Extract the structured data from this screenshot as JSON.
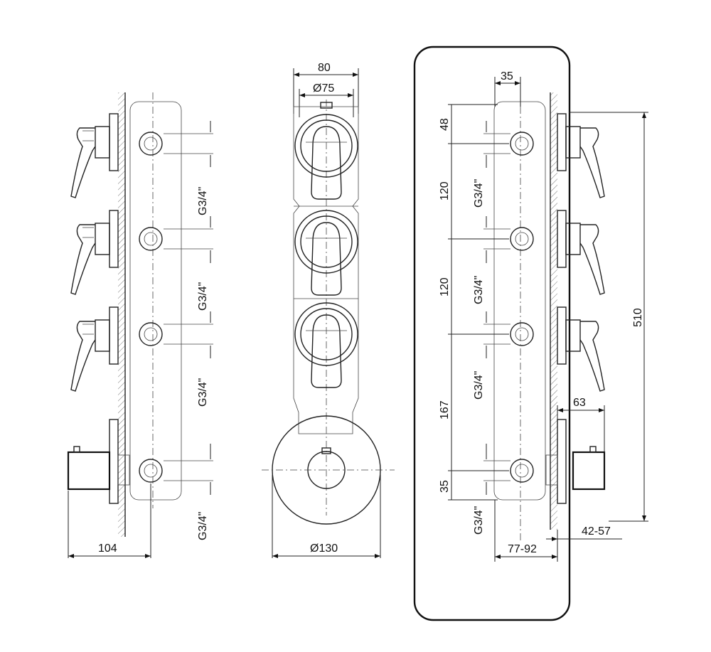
{
  "colors": {
    "stroke": "#111111",
    "background": "#ffffff"
  },
  "left_view": {
    "thread_labels": [
      "G3/4\"",
      "G3/4\"",
      "G3/4\"",
      "G3/4\""
    ],
    "width_label": "104"
  },
  "middle_view": {
    "width_label": "80",
    "cap_diameter_label": "Ø75",
    "rosette_diameter_label": "Ø130"
  },
  "right_view": {
    "top_offset_label": "35",
    "vertical_labels": [
      "48",
      "120",
      "120",
      "167",
      "35"
    ],
    "thread_labels": [
      "G3/4\"",
      "G3/4\"",
      "G3/4\"",
      "G3/4\""
    ],
    "height_label": "510",
    "projection_label": "63",
    "depth_range_label": "77-92",
    "wall_range_label": "42-57"
  }
}
